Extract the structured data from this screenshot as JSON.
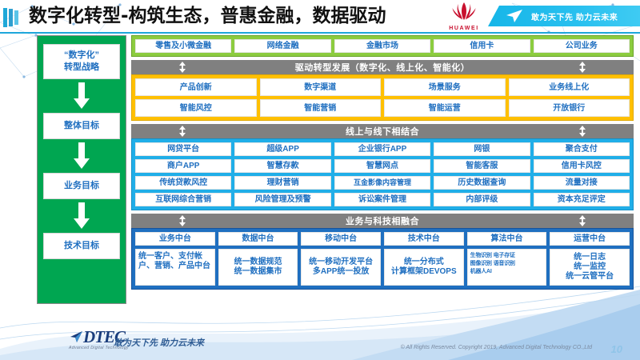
{
  "header": {
    "title": "数字化转型-构筑生态，普惠金融，数据驱动",
    "brand": "HUAWEI",
    "ribbon_text": "敢为天下先 助力云未来"
  },
  "sidebar": {
    "items": [
      {
        "label": "“数字化”\n转型战略",
        "line1": "“数字化”",
        "line2": "转型战略"
      },
      {
        "label": "整体目标"
      },
      {
        "label": "业务目标"
      },
      {
        "label": "技术目标"
      }
    ]
  },
  "sections": {
    "business_lines": {
      "color": "#8CCC3F",
      "cells": [
        "零售及小微金融",
        "网络金融",
        "金融市场",
        "信用卡",
        "公司业务"
      ]
    },
    "drive": {
      "connector": "驱动转型发展（数字化、线上化、智能化）",
      "color": "#FFC000",
      "cells": [
        "产品创新",
        "数字渠道",
        "场景服务",
        "业务线上化",
        "智能风控",
        "智能营销",
        "智能运营",
        "开放银行"
      ]
    },
    "online_offline": {
      "connector": "线上与线下相结合",
      "color": "#20AEE8",
      "cells": [
        "网贷平台",
        "超级APP",
        "企业银行APP",
        "网银",
        "聚合支付",
        "商户APP",
        "智慧存款",
        "智慧网点",
        "智能客服",
        "信用卡风控",
        "传统贷款风控",
        "理财营销",
        "互金影像内容管理",
        "历史数据查询",
        "流量对接",
        "互联网综合营销",
        "风险管理及预警",
        "诉讼案件管理",
        "内部评级",
        "资本充足评定"
      ]
    },
    "tech_fusion": {
      "connector": "业务与科技相融合",
      "color": "#1F6FC0",
      "headers": [
        "业务中台",
        "数据中台",
        "移动中台",
        "技术中台",
        "算法中台",
        "运营中台"
      ],
      "bodies": [
        "统一客户、支付帐户、营销、产品中台",
        "统一数据规范\n统一数据集市",
        "统一移动开发平台\n多APP统一投放",
        "统一分布式\n计算框架DEVOPS",
        "生物识别 电子存证\n图像识别 语音识别\n机器人AI",
        "统一日志\n统一监控\n统一云管平台"
      ]
    }
  },
  "footer": {
    "logo_text": "DTEC",
    "logo_sub": "Advanced Digital Technology",
    "slogan": "敢为天下先  助力云未来",
    "copyright": "© All Rights Reserved. Copyright 2019, Advanced Digital Technology CO.,Ltd",
    "page_number": "10"
  }
}
